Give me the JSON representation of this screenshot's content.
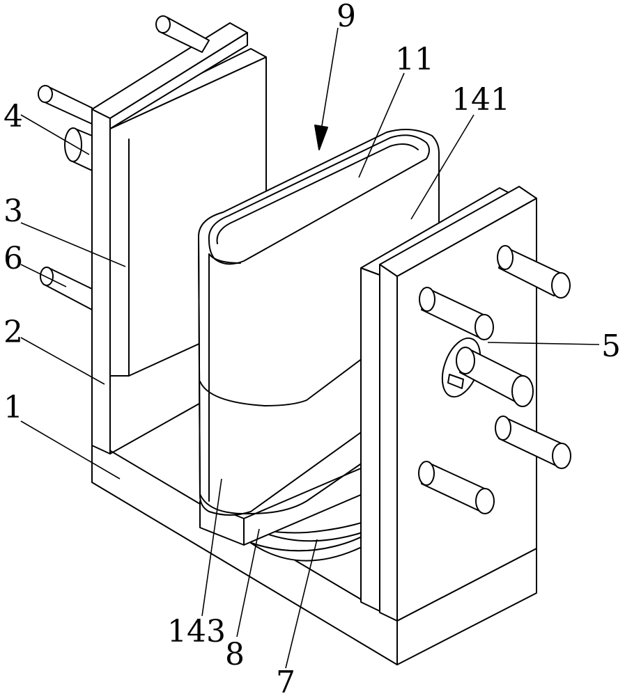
{
  "figure": {
    "labels": [
      {
        "id": "label-9",
        "text": "9"
      },
      {
        "id": "label-11",
        "text": "11"
      },
      {
        "id": "label-141",
        "text": "141"
      },
      {
        "id": "label-4",
        "text": "4"
      },
      {
        "id": "label-3",
        "text": "3"
      },
      {
        "id": "label-6",
        "text": "6"
      },
      {
        "id": "label-2",
        "text": "2"
      },
      {
        "id": "label-1",
        "text": "1"
      },
      {
        "id": "label-5",
        "text": "5"
      },
      {
        "id": "label-143",
        "text": "143"
      },
      {
        "id": "label-8",
        "text": "8"
      },
      {
        "id": "label-7",
        "text": "7"
      }
    ],
    "colors": {
      "stroke": "#000000",
      "background": "#ffffff"
    }
  }
}
